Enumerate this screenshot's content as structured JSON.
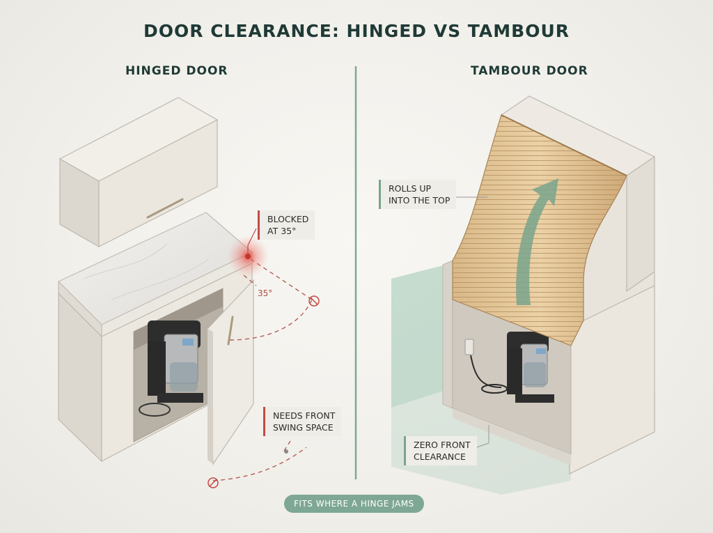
{
  "title": "DOOR CLEARANCE: HINGED VS TAMBOUR",
  "left_panel": {
    "heading": "HINGED DOOR",
    "callout_blocked": "BLOCKED\nAT 35°",
    "angle_label": "35°",
    "callout_swing": "NEEDS FRONT\nSWING SPACE"
  },
  "right_panel": {
    "heading": "TAMBOUR DOOR",
    "callout_rolls": "ROLLS UP\nINTO THE TOP",
    "callout_zero": "ZERO FRONT\nCLEARANCE"
  },
  "footer_pill": "FITS WHERE A HINGE JAMS",
  "colors": {
    "accent_red": "#c44a44",
    "accent_green": "#79a48c",
    "title": "#1f3a36",
    "divider": "#7ea795"
  },
  "icons": [
    "blocked-icon",
    "blocked-icon",
    "arrow-up-icon"
  ]
}
